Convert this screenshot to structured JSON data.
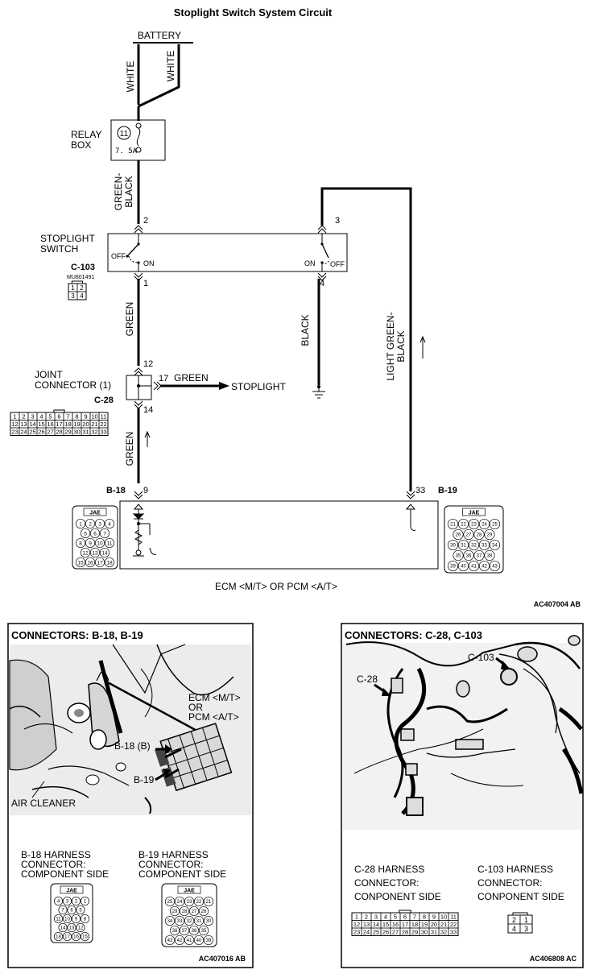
{
  "title": "Stoplight Switch System Circuit",
  "battery": "BATTERY",
  "wire_white": "WHITE",
  "relay_box": {
    "line1": "RELAY",
    "line2": "BOX",
    "fuse_number": "11",
    "fuse_rating": "7. 5A"
  },
  "wire_green_black": {
    "line1": "GREEN-",
    "line2": "BLACK"
  },
  "stoplight_switch": {
    "line1": "STOPLIGHT",
    "line2": "SWITCH",
    "connector": "C-103",
    "part_no": "MU801491",
    "off_left": "OFF",
    "on_left": "ON",
    "on_right": "ON",
    "off_right": "OFF"
  },
  "pins": {
    "p2": "2",
    "p3": "3",
    "p1": "1",
    "p4": "4",
    "p12": "12",
    "p17": "17",
    "p14": "14",
    "p9": "9",
    "p33": "33"
  },
  "wire_green": "GREEN",
  "wire_black": "BLACK",
  "wire_light_green_black": {
    "line1": "LIGHT GREEN-",
    "line2": "BLACK"
  },
  "joint_connector": {
    "line1": "JOINT",
    "line2": "CONNECTOR (1)",
    "connector": "C-28"
  },
  "green17": "GREEN",
  "stoplight": "STOPLIGHT",
  "b18": "B-18",
  "b19": "B-19",
  "jae": "JAE",
  "ecm_label": "ECM <M/T> OR PCM <A/T>",
  "code_top": "AC407004 AB",
  "left_panel": {
    "header": "CONNECTORS: B-18, B-19",
    "ecm_line1": "ECM <M/T>",
    "ecm_line2": "OR",
    "ecm_line3": "PCM <A/T>",
    "b18_label": "B-18 (B)",
    "b19_label": "B-19",
    "air_cleaner": "AIR CLEANER",
    "b18_harness": {
      "line1": "B-18 HARNESS",
      "line2": "CONNECTOR:",
      "line3": "COMPONENT SIDE"
    },
    "b19_harness": {
      "line1": "B-19 HARNESS",
      "line2": "CONNECTOR:",
      "line3": "COMPONENT SIDE"
    },
    "code": "AC407016 AB"
  },
  "right_panel": {
    "header": "CONNECTORS: C-28, C-103",
    "c28_label": "C-28",
    "c103_label": "C-103",
    "c28_harness": {
      "line1": "C-28 HARNESS",
      "line2": "CONNECTOR:",
      "line3": "CONPONENT SIDE"
    },
    "c103_harness": {
      "line1": "C-103 HARNESS",
      "line2": "CONNECTOR:",
      "line3": "CONPONENT SIDE"
    },
    "code": "AC406808 AC"
  },
  "c103_pins": [
    [
      "1",
      "2"
    ],
    [
      "3",
      "4"
    ]
  ],
  "c103_pins_panel": [
    [
      "2",
      "1"
    ],
    [
      "4",
      "3"
    ]
  ],
  "c28_pins": [
    [
      "1",
      "2",
      "3",
      "4",
      "5",
      "6",
      "7",
      "8",
      "9",
      "10",
      "11"
    ],
    [
      "12",
      "13",
      "14",
      "15",
      "16",
      "17",
      "18",
      "19",
      "20",
      "21",
      "22"
    ],
    [
      "23",
      "24",
      "25",
      "26",
      "27",
      "28",
      "29",
      "30",
      "31",
      "32",
      "33"
    ]
  ],
  "b18_pins": [
    [
      "1",
      "2",
      "3",
      "4"
    ],
    [
      "5",
      "6",
      "7"
    ],
    [
      "8",
      "9",
      "10",
      "11"
    ],
    [
      "12",
      "13",
      "14"
    ],
    [
      "15",
      "16",
      "17",
      "18"
    ]
  ],
  "b19_pins": [
    [
      "21",
      "22",
      "23",
      "24",
      "25"
    ],
    [
      "26",
      "27",
      "28",
      "29"
    ],
    [
      "30",
      "31",
      "32",
      "33",
      "34"
    ],
    [
      "35",
      "36",
      "37",
      "38"
    ],
    [
      "39",
      "40",
      "41",
      "42",
      "43"
    ]
  ],
  "b18_pins_panel": [
    [
      "4",
      "3",
      "2",
      "1"
    ],
    [
      "7",
      "6",
      "5"
    ],
    [
      "11",
      "10",
      "9",
      "8"
    ],
    [
      "14",
      "13",
      "12"
    ],
    [
      "18",
      "17",
      "16",
      "15"
    ]
  ],
  "b19_pins_panel": [
    [
      "25",
      "24",
      "23",
      "22",
      "21"
    ],
    [
      "29",
      "28",
      "27",
      "26"
    ],
    [
      "34",
      "33",
      "32",
      "31",
      "30"
    ],
    [
      "38",
      "37",
      "36",
      "35"
    ],
    [
      "43",
      "42",
      "41",
      "40",
      "39"
    ]
  ]
}
